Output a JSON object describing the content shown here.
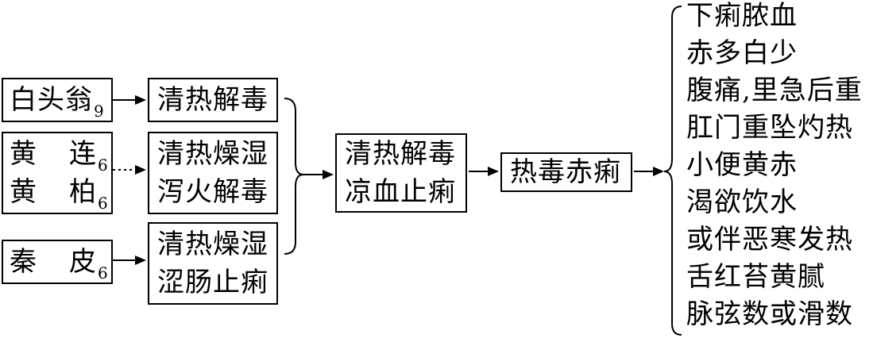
{
  "herbs": {
    "baitouweng": {
      "name": "白头翁",
      "dose": "9"
    },
    "huanglian": {
      "a": "黄",
      "b": "连",
      "dose": "6"
    },
    "huangbai": {
      "a": "黄",
      "b": "柏",
      "dose": "6"
    },
    "qinpi": {
      "a": "秦",
      "b": "皮",
      "dose": "6"
    }
  },
  "actions": {
    "a1": "清热解毒",
    "a2_line1": "清热燥湿",
    "a2_line2": "泻火解毒",
    "a3_line1": "清热燥湿",
    "a3_line2": "涩肠止痢"
  },
  "combined": {
    "line1": "清热解毒",
    "line2": "凉血止痢"
  },
  "condition": "热毒赤痢",
  "symptoms": [
    "下痢脓血",
    "赤多白少",
    "腹痛,里急后重",
    "肛门重坠灼热",
    "小便黄赤",
    "渴欲饮水",
    "或伴恶寒发热",
    "舌红苔黄腻",
    "脉弦数或滑数"
  ]
}
